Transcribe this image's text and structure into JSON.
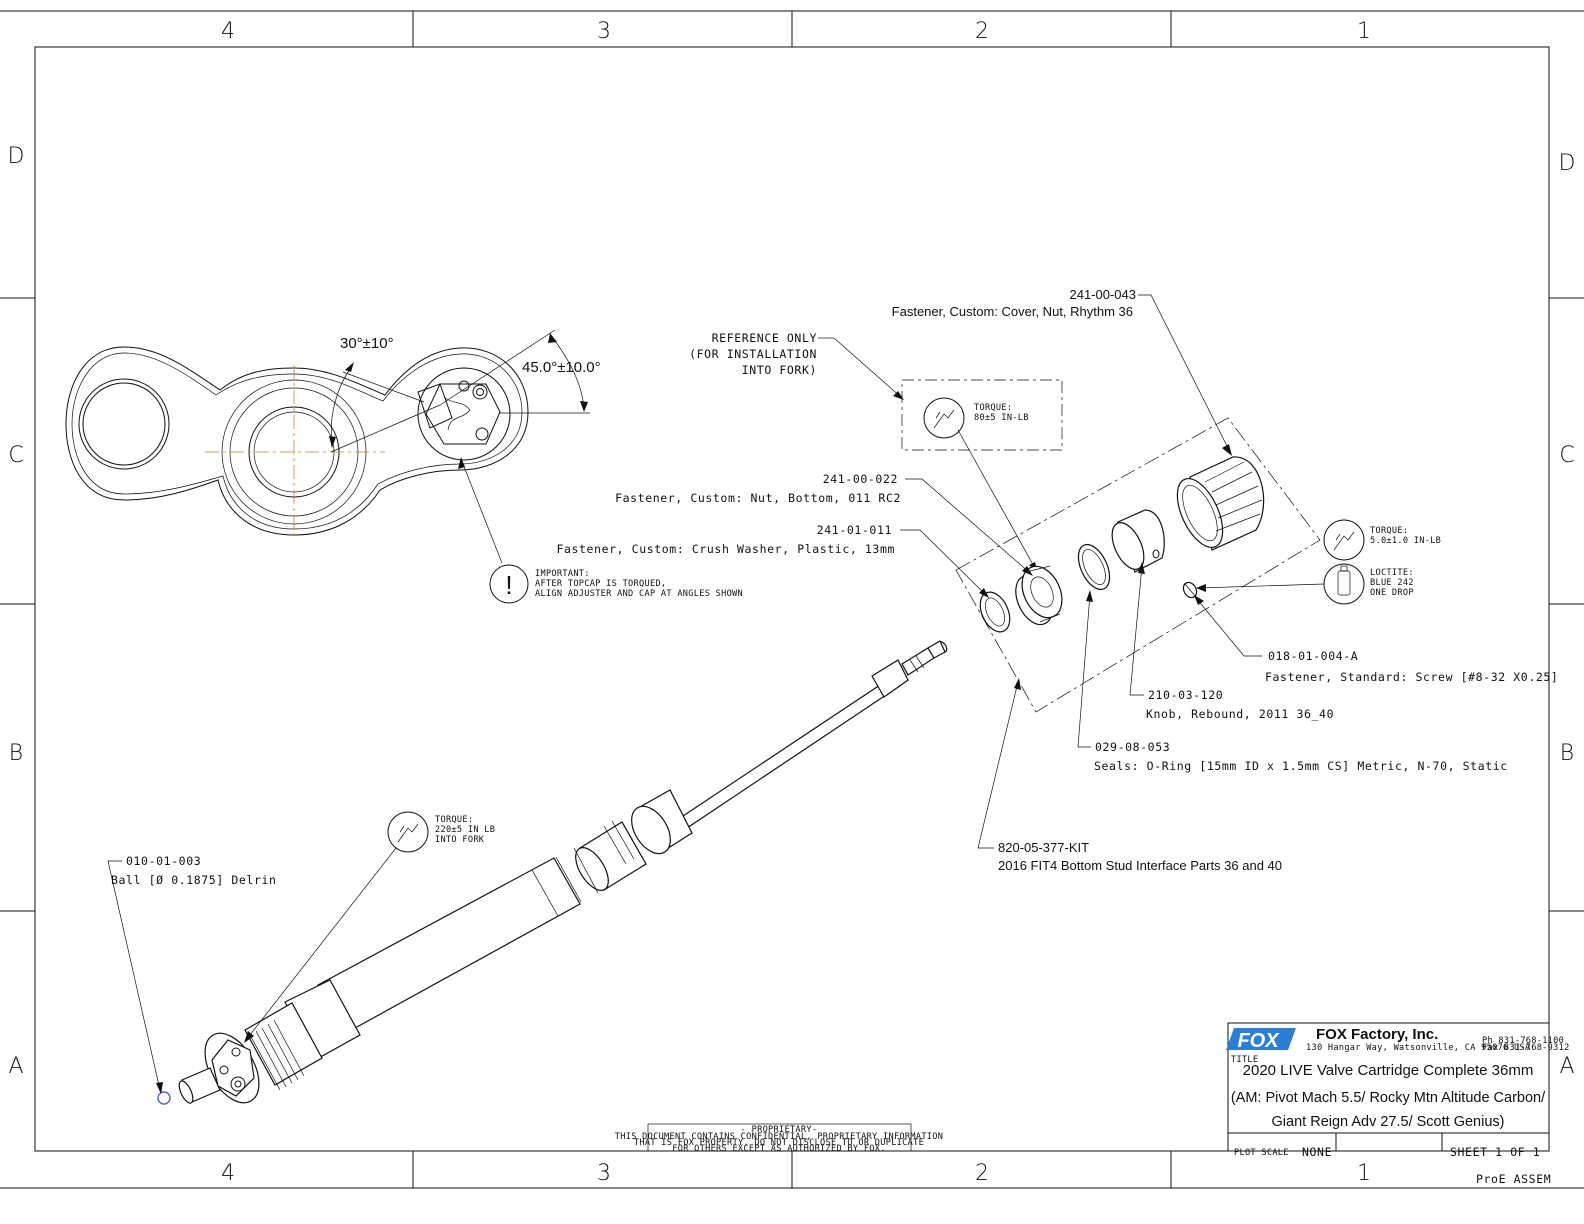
{
  "zones": {
    "columns": [
      "4",
      "3",
      "2",
      "1"
    ],
    "rows": [
      "D",
      "C",
      "B",
      "A"
    ]
  },
  "angles": {
    "a1": "30°±10°",
    "a2": "45.0°±10.0°"
  },
  "reference_note": [
    "REFERENCE ONLY",
    "(FOR INSTALLATION",
    "INTO FORK)"
  ],
  "important_note": [
    "IMPORTANT:",
    "AFTER TOPCAP IS TORQUED,",
    "ALIGN ADJUSTER AND CAP AT ANGLES SHOWN"
  ],
  "torque_notes": {
    "t1": [
      "TORQUE:",
      "80±5 IN-LB"
    ],
    "t2": [
      "TORQUE:",
      "5.0±1.0 IN-LB"
    ],
    "t3": [
      "TORQUE:",
      "220±5 IN LB",
      "INTO FORK"
    ]
  },
  "loctite_note": [
    "LOCTITE:",
    "BLUE 242",
    "ONE DROP"
  ],
  "parts": [
    {
      "number": "241-00-043",
      "desc": "Fastener, Custom: Cover, Nut, Rhythm 36"
    },
    {
      "number": "241-00-022",
      "desc": "Fastener, Custom: Nut, Bottom, 011 RC2"
    },
    {
      "number": "241-01-011",
      "desc": "Fastener, Custom: Crush Washer, Plastic, 13mm"
    },
    {
      "number": "018-01-004-A",
      "desc": "Fastener, Standard: Screw [#8-32 X0.25]"
    },
    {
      "number": "210-03-120",
      "desc": "Knob, Rebound, 2011 36_40"
    },
    {
      "number": "029-08-053",
      "desc": "Seals: O-Ring [15mm ID x 1.5mm CS] Metric, N-70, Static"
    },
    {
      "number": "820-05-377-KIT",
      "desc": "2016 FIT4 Bottom Stud Interface Parts 36 and 40"
    },
    {
      "number": "010-01-003",
      "desc": "Ball [Ø 0.1875] Delrin"
    }
  ],
  "proprietary": [
    "- PROPRIETARY-",
    "THIS DOCUMENT CONTAINS CONFIDENTIAL, PROPRIETARY INFORMATION",
    "THAT IS FOX PROPERTY.  DO NOT DISCLOSE TO OR DUPLICATE",
    "FOR OTHERS EXCEPT AS AUTHORIZED BY FOX."
  ],
  "title_block": {
    "logo_text": "FOX",
    "company": "FOX Factory, Inc.",
    "address": "130 Hangar Way, Watsonville, CA 95076 USA",
    "phone": "Ph 831-768-1100",
    "fax": "Fax 831-768-9312",
    "title_label": "TITLE",
    "title_lines": [
      "2020 LIVE Valve Cartridge Complete 36mm",
      "(AM: Pivot Mach 5.5/ Rocky Mtn Altitude Carbon/",
      "Giant Reign Adv 27.5/ Scott Genius)"
    ],
    "plot_scale_label": "PLOT SCALE",
    "plot_scale": "NONE",
    "sheet": "SHEET 1 OF 1",
    "proe": "ProE ASSEM"
  },
  "colors": {
    "line": "#111111",
    "centerline": "#c8821e",
    "fox_blue": "#2a7fd4",
    "ball": "#5560d8"
  }
}
